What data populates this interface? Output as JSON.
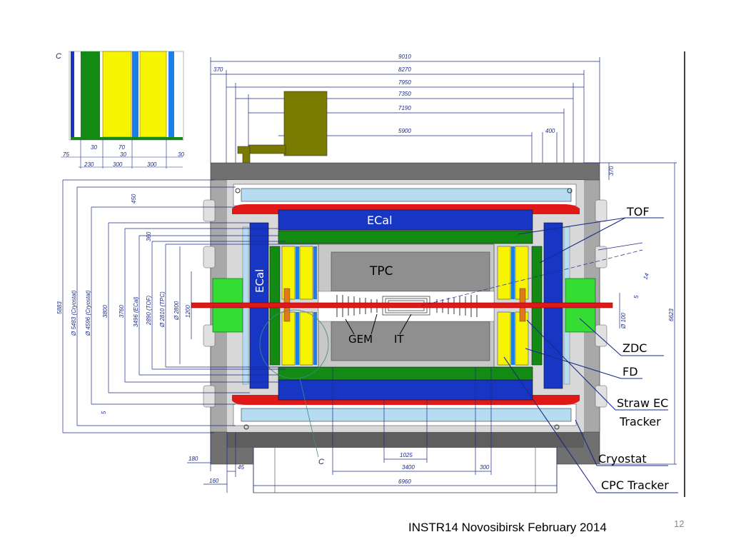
{
  "colors": {
    "ecal": "#1836c4",
    "tof": "#138a13",
    "fd_yellow": "#f6f400",
    "tpc_gray": "#8f8f8f",
    "beam_red": "#e01818",
    "zdc_green": "#33dd33",
    "cryostat_lightblue": "#b6dcf2",
    "magnet_gray": "#6e6e6e",
    "support_olive": "#7a7a00",
    "leader_line": "#1a2a8a"
  },
  "labels": {
    "ecal": "ECal",
    "ecal_vertical": "ECal",
    "tpc": "TPC",
    "gem": "GEM",
    "it": "IT",
    "tof": "TOF",
    "zdc": "ZDC",
    "fd": "FD",
    "straw_line1": "Straw EC",
    "straw_line2": "Tracker",
    "cryostat": "Cryostat",
    "cpc": "CPC Tracker",
    "section_c": "C"
  },
  "dimensions": {
    "top": [
      "9010",
      "8270",
      "7950",
      "7350",
      "7190",
      "5900",
      "400",
      "370"
    ],
    "bottom": [
      "1025",
      "3400",
      "300",
      "6960",
      "45",
      "160",
      "180"
    ],
    "left_vertical": [
      "5883",
      "Ø 5483 (Cryostat)",
      "Ø 4596 (Cryostat)",
      "3800",
      "3760",
      "3496 (ECal)",
      "2890 (TOF)",
      "Ø 2810 (TPC)",
      "Ø 2800",
      "1200",
      "5",
      "450",
      "360"
    ],
    "right_vertical": [
      "370",
      "6623",
      "Ø 100",
      "5",
      "14"
    ],
    "inset": [
      "30",
      "70",
      "30",
      "30",
      "75",
      "230",
      "300",
      "300"
    ]
  },
  "footer": {
    "text": "INSTR14 Novosibirsk February 2014",
    "page_number": "12"
  }
}
